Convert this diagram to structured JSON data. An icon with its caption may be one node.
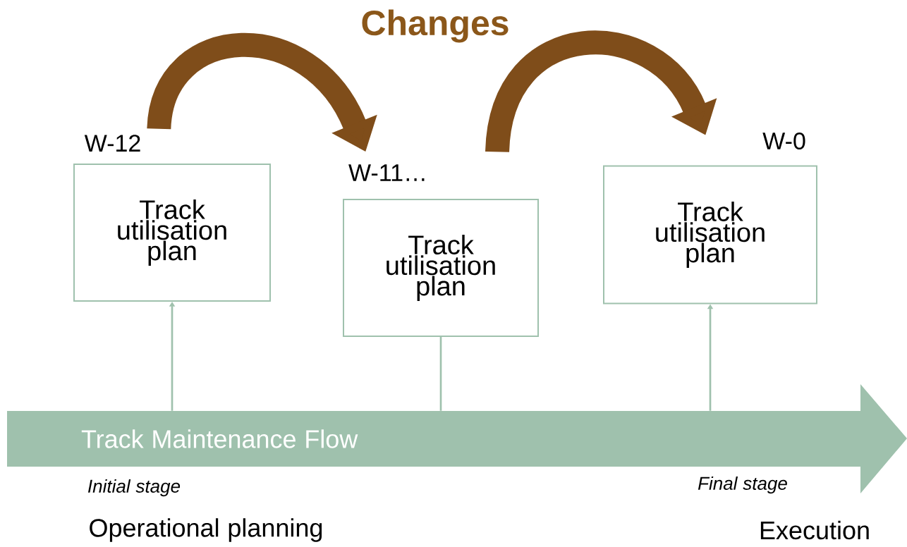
{
  "diagram": {
    "title": "Changes",
    "nodes": [
      {
        "text": [
          "Track utilisation plan"
        ],
        "beside": [
          "W-12"
        ]
      },
      {
        "text": [
          "Track utilisation plan"
        ],
        "beside": [
          "W-11…"
        ]
      },
      {
        "text": [
          "Track utilisation plan"
        ],
        "beside": [
          "W-0"
        ]
      },
      {
        "text": [
          "Track Maintenance Flow"
        ]
      }
    ],
    "edges": [
      {
        "from": 3,
        "to": 0,
        "arrow": "to"
      },
      {
        "from": 3,
        "to": 1,
        "arrow": "none"
      },
      {
        "from": 3,
        "to": 2,
        "arrow": "to"
      },
      {
        "from": 0,
        "to": 1,
        "arrow": "to",
        "style": "thick",
        "color": "#7f4d1a"
      },
      {
        "from": 1,
        "to": 2,
        "arrow": "to",
        "style": "thick",
        "color": "#7f4d1a"
      }
    ],
    "labels": [
      "Initial stage",
      "Final stage",
      "Operational planning",
      "Execution"
    ]
  }
}
